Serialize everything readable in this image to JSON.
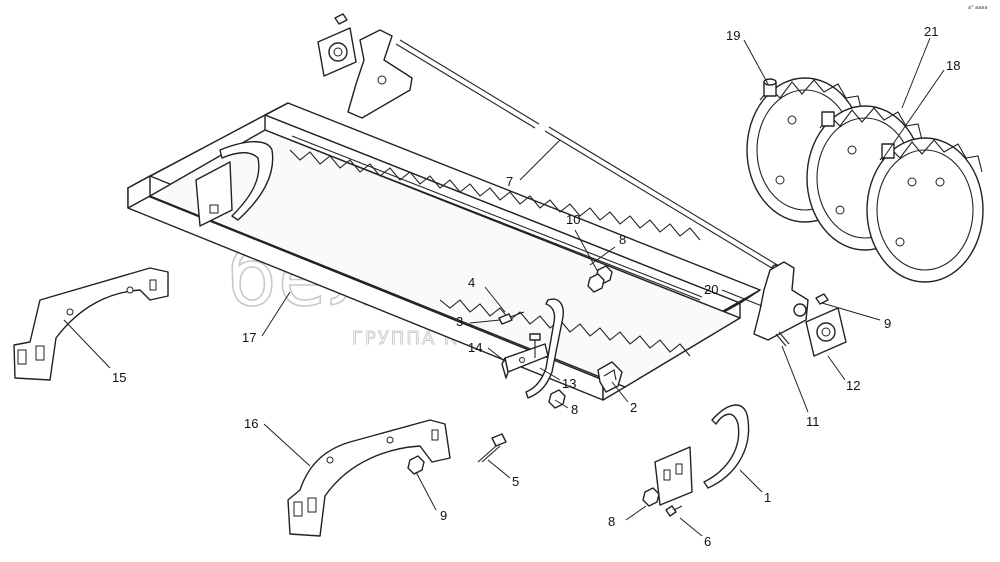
{
  "watermark": {
    "brand": "белагро",
    "subtitle": "ГРУППА КОМПАНИИ"
  },
  "corner_mark": "a° aaaa",
  "callouts": [
    {
      "id": "c1",
      "text": "1"
    },
    {
      "id": "c2",
      "text": "2"
    },
    {
      "id": "c3",
      "text": "3"
    },
    {
      "id": "c4",
      "text": "4"
    },
    {
      "id": "c5",
      "text": "5"
    },
    {
      "id": "c6",
      "text": "6"
    },
    {
      "id": "c7",
      "text": "7"
    },
    {
      "id": "c8a",
      "text": "8"
    },
    {
      "id": "c8b",
      "text": "8"
    },
    {
      "id": "c8c",
      "text": "8"
    },
    {
      "id": "c9a",
      "text": "9"
    },
    {
      "id": "c9b",
      "text": "9"
    },
    {
      "id": "c10",
      "text": "10"
    },
    {
      "id": "c11",
      "text": "11"
    },
    {
      "id": "c12",
      "text": "12"
    },
    {
      "id": "c13",
      "text": "13"
    },
    {
      "id": "c14",
      "text": "14"
    },
    {
      "id": "c15",
      "text": "15"
    },
    {
      "id": "c16",
      "text": "16"
    },
    {
      "id": "c17",
      "text": "17"
    },
    {
      "id": "c18",
      "text": "18"
    },
    {
      "id": "c19",
      "text": "19"
    },
    {
      "id": "c20",
      "text": "20"
    },
    {
      "id": "c21",
      "text": "21"
    }
  ]
}
